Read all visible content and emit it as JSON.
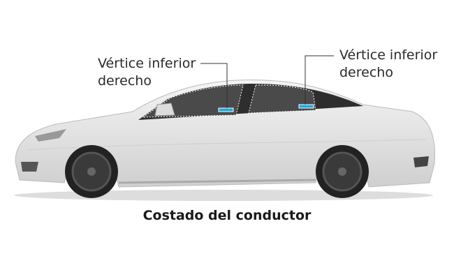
{
  "labels": {
    "left": {
      "line1": "Vértice inferior",
      "line2": "derecho"
    },
    "right": {
      "line1": "Vértice inferior",
      "line2": "derecho"
    }
  },
  "caption": "Costado del conductor",
  "colors": {
    "marker": "#1ea8e0",
    "glass": "#4a4a4a",
    "body": "#e6e6e6"
  }
}
